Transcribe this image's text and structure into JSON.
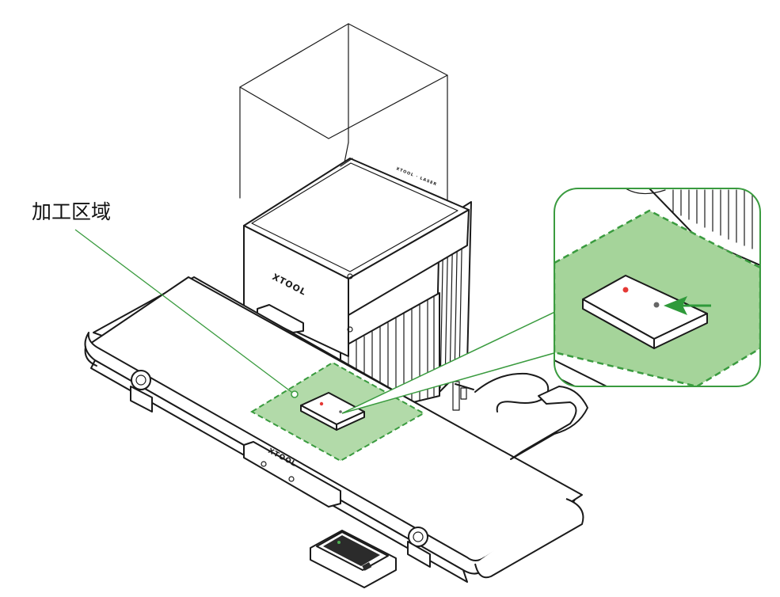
{
  "annotation": {
    "label": "加工区域"
  },
  "branding": {
    "machine_logo": "XTOOL",
    "conveyor_logo": "XTOOL"
  },
  "colors": {
    "zone_fill": "#a5d49a",
    "zone_stroke": "#3a9b3f",
    "arrow": "#2f9a3a",
    "red_dot": "#e53935",
    "grey_dot": "#666666"
  }
}
